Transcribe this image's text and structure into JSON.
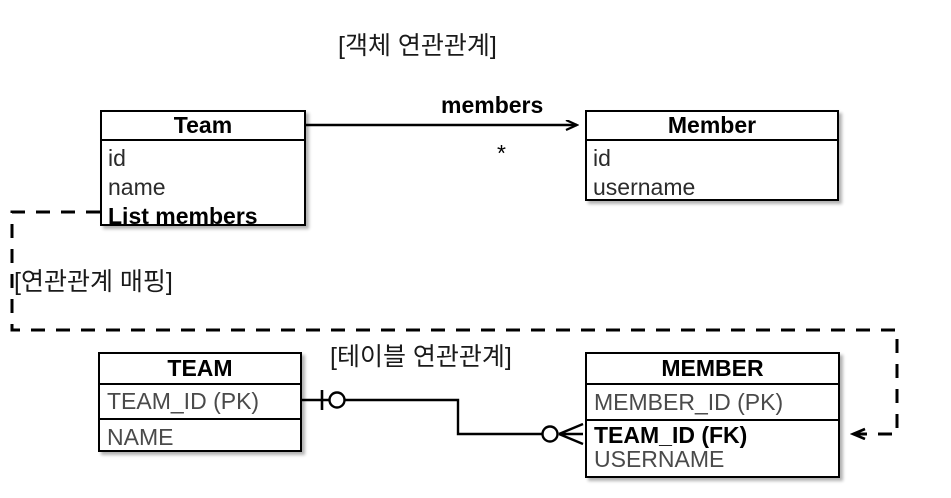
{
  "diagram": {
    "titles": {
      "object_association": "[객체 연관관계]",
      "association_mapping": "[연관관계 매핑]",
      "table_association": "[테이블 연관관계]"
    },
    "association": {
      "label": "members",
      "multiplicity": "*"
    },
    "object_model": {
      "team": {
        "name": "Team",
        "fields": [
          {
            "text": "id",
            "bold": false
          },
          {
            "text": "name",
            "bold": false
          },
          {
            "text": "List members",
            "bold": true
          }
        ]
      },
      "member": {
        "name": "Member",
        "fields": [
          {
            "text": "id",
            "bold": false
          },
          {
            "text": "username",
            "bold": false
          }
        ]
      }
    },
    "tables": {
      "team": {
        "name": "TEAM",
        "columns": [
          {
            "text": "TEAM_ID (PK)",
            "bold": false
          },
          {
            "text": "NAME",
            "bold": false
          }
        ]
      },
      "member": {
        "name": "MEMBER",
        "columns": [
          {
            "text": "MEMBER_ID (PK)",
            "bold": false
          },
          {
            "text": "TEAM_ID (FK)",
            "bold": true
          },
          {
            "text": "USERNAME",
            "bold": false
          }
        ]
      }
    },
    "colors": {
      "stroke": "#000000",
      "background": "#ffffff",
      "muted_text": "#4a4a4a",
      "title_text": "#1a1a1a"
    }
  }
}
